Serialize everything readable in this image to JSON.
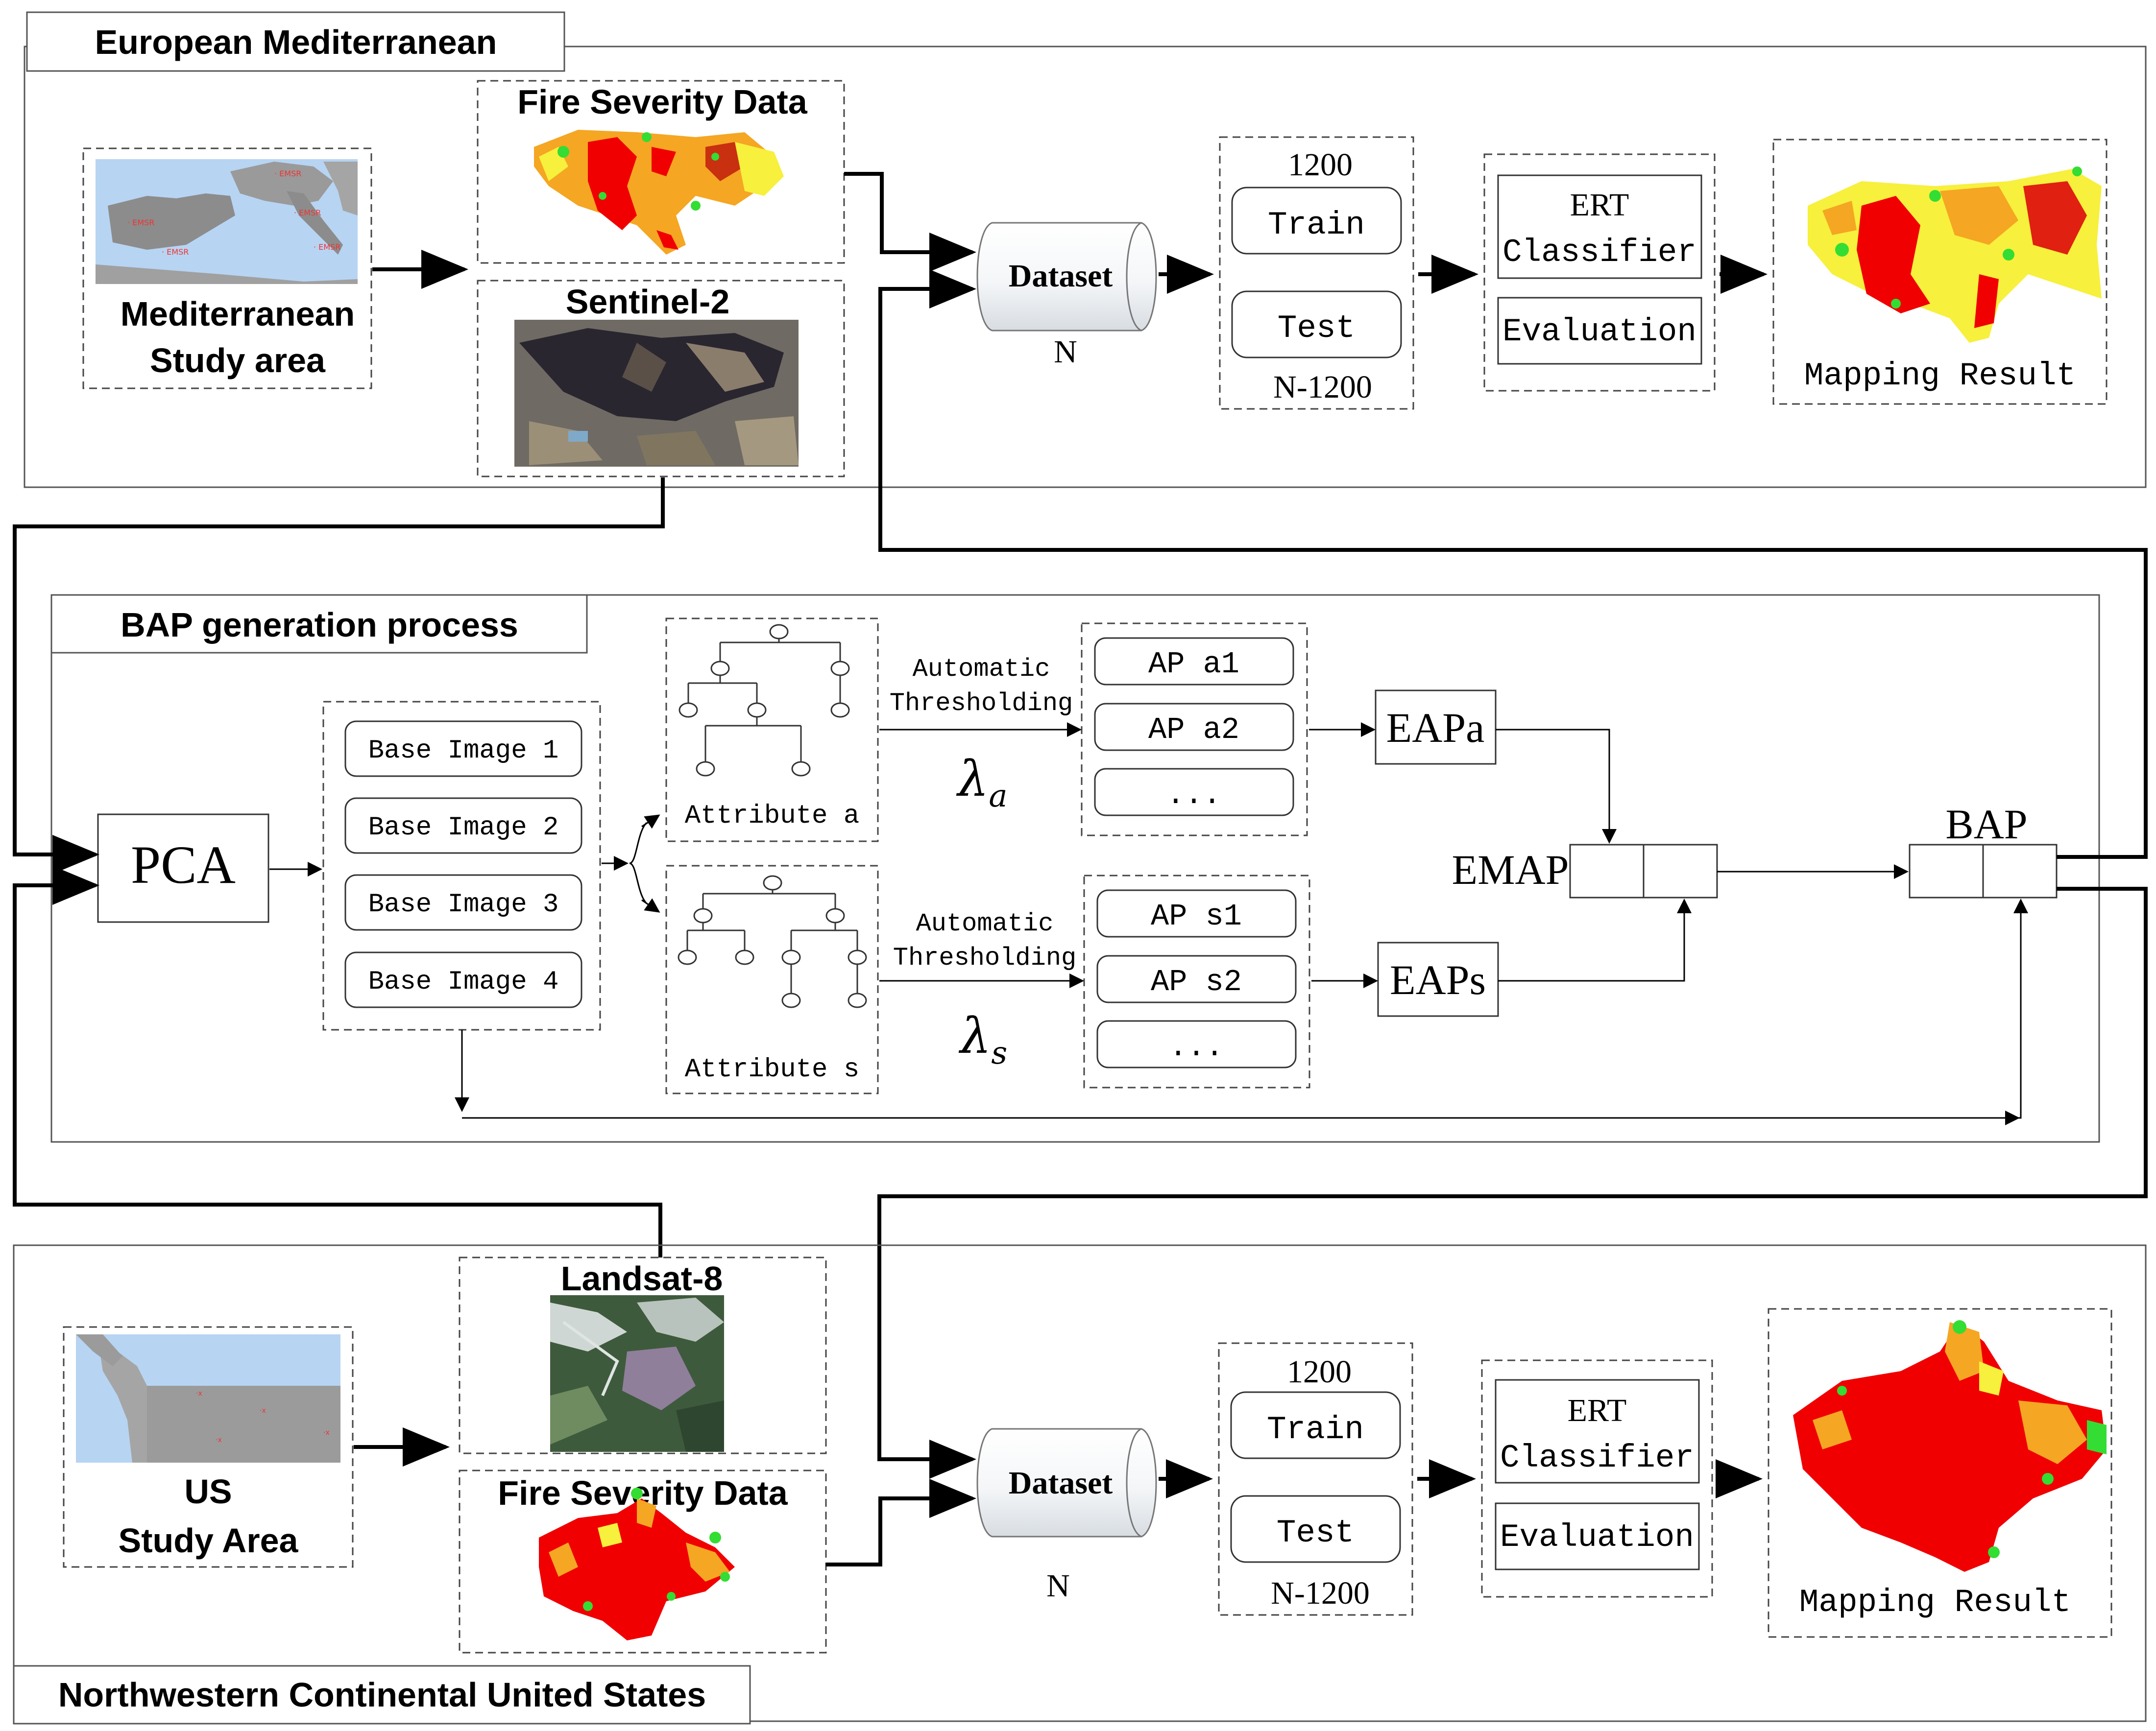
{
  "sections": {
    "europe_title": "European Mediterranean",
    "bap_title": "BAP generation process",
    "us_title": "Northwestern Continental United States"
  },
  "europe": {
    "study_area_line1": "Mediterranean",
    "study_area_line2": "Study area",
    "fire_severity_title": "Fire Severity Data",
    "satellite_title": "Sentinel-2",
    "dataset_label": "Dataset",
    "dataset_n": "N",
    "split_count": "1200",
    "train_label": "Train",
    "test_label": "Test",
    "test_count": "N-1200",
    "classifier_line1": "ERT",
    "classifier_line2": "Classifier",
    "evaluation_label": "Evaluation",
    "mapping_result": "Mapping Result"
  },
  "bap": {
    "pca_label": "PCA",
    "base_images": [
      "Base Image 1",
      "Base Image 2",
      "Base Image 3",
      "Base Image 4"
    ],
    "attribute_a": "Attribute a",
    "attribute_s": "Attribute s",
    "threshold_line1": "Automatic",
    "threshold_line2": "Thresholding",
    "lambda_a_main": "λ",
    "lambda_a_sub": "a",
    "lambda_s_main": "λ",
    "lambda_s_sub": "s",
    "ap_a": [
      "AP a1",
      "AP a2",
      "..."
    ],
    "ap_s": [
      "AP s1",
      "AP s2",
      "..."
    ],
    "eapa": "EAPa",
    "eaps": "EAPs",
    "emap": "EMAP",
    "bap_label": "BAP"
  },
  "us": {
    "study_area_line1": "US",
    "study_area_line2": "Study Area",
    "satellite_title": "Landsat-8",
    "fire_severity_title": "Fire Severity Data",
    "dataset_label": "Dataset",
    "dataset_n": "N",
    "split_count": "1200",
    "train_label": "Train",
    "test_label": "Test",
    "test_count": "N-1200",
    "classifier_line1": "ERT",
    "classifier_line2": "Classifier",
    "evaluation_label": "Evaluation",
    "mapping_result": "Mapping Result"
  },
  "colors": {
    "severity_high": "#f00000",
    "severity_moderate": "#f5a623",
    "severity_low": "#f7f03c",
    "unburned": "#33dd33",
    "sea": "#b7d4f2",
    "land": "#9b9b9b"
  }
}
